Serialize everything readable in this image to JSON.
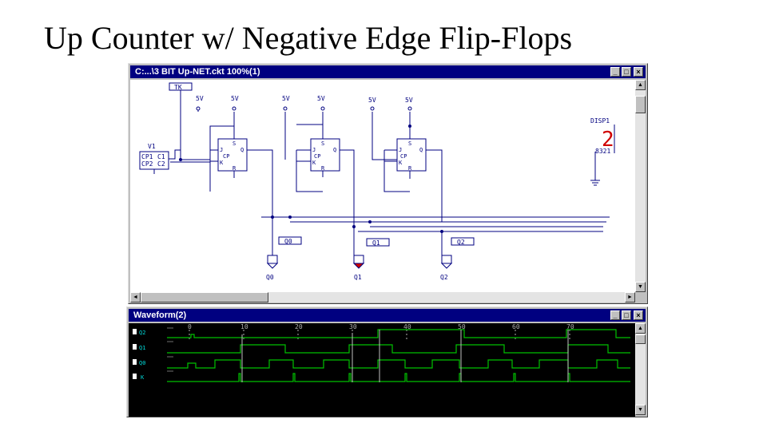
{
  "slide": {
    "title": "Up Counter w/ Negative Edge Flip-Flops"
  },
  "circuit_window": {
    "title": "C:...\\3 BIT Up-NET.ckt 100%(1)",
    "labels": {
      "tk": "TK",
      "v1": "V1",
      "cp1": "CP1",
      "cp2": "CP2",
      "c1": "C1",
      "c2": "C2",
      "disp": "DISP1",
      "disp_digit": "2",
      "disp_pins": "8321",
      "supply": [
        "5V",
        "5V",
        "5V",
        "5V",
        "5V",
        "5V"
      ],
      "ff_pins": {
        "s": "S",
        "j": "J",
        "cp": "CP",
        "k": "K",
        "r": "R",
        "q": "Q"
      },
      "bus_labels": [
        "Q0",
        "Q1",
        "Q2"
      ],
      "probes": [
        "Q0",
        "Q1",
        "Q2"
      ]
    }
  },
  "waveform_window": {
    "title": "Waveform(2)",
    "time_ticks": [
      "0",
      "10",
      "20",
      "30",
      "40",
      "50",
      "60",
      "70"
    ],
    "signals": [
      "Q2",
      "Q1",
      "Q0",
      "K"
    ],
    "colors": {
      "background": "#000000",
      "trace": "#00c000",
      "label": "#00d8d8",
      "grid": "#b0b0b0"
    }
  },
  "colors": {
    "titlebar": "#000080",
    "wire": "#000080",
    "probe_fill": "#d00000"
  },
  "window_buttons": {
    "minimize": "_",
    "maximize": "□",
    "close": "×"
  },
  "scroll_arrows": {
    "up": "▲",
    "down": "▼",
    "left": "◄",
    "right": "►"
  }
}
